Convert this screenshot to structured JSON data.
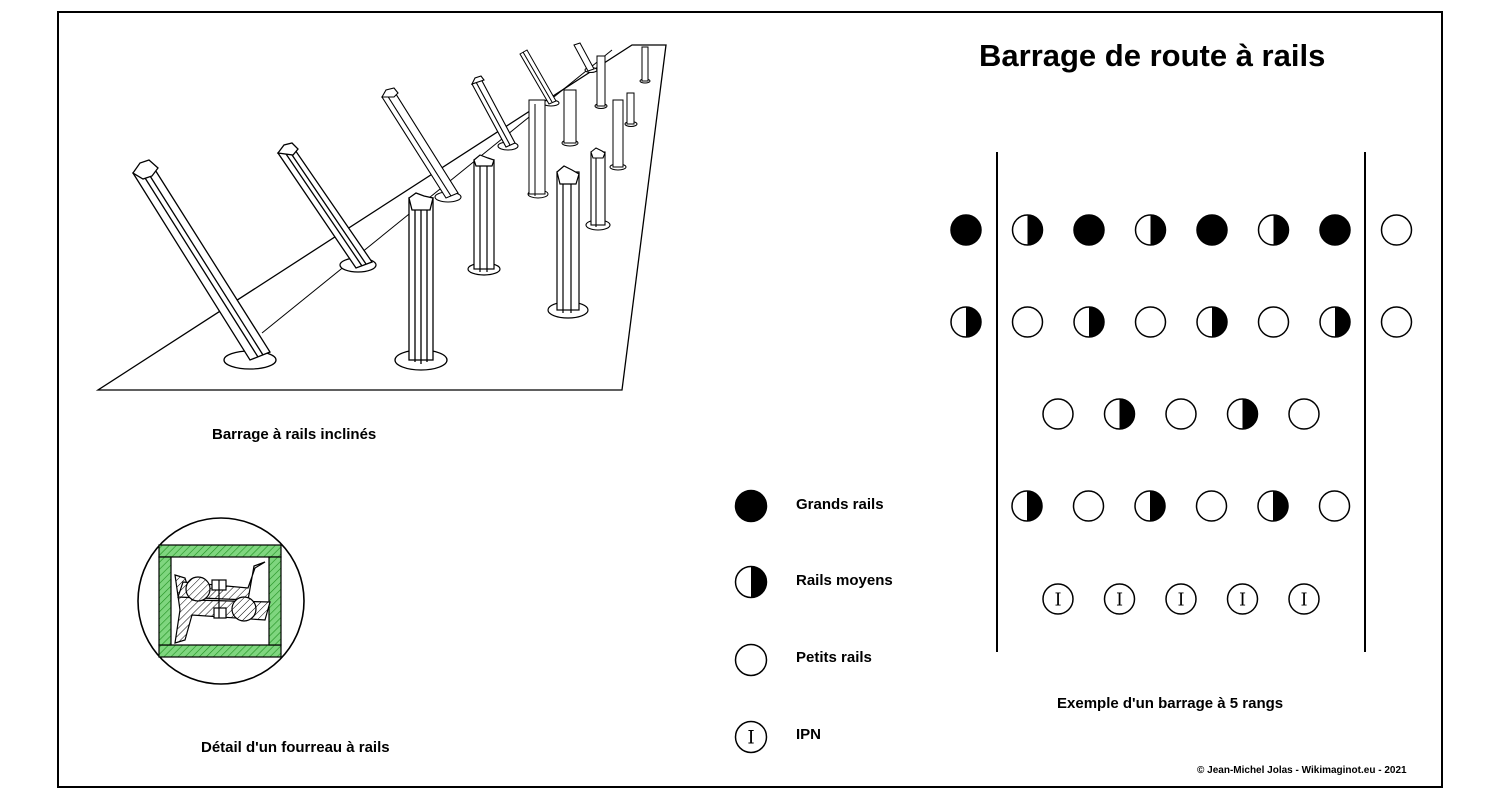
{
  "title": "Barrage de route à rails",
  "captions": {
    "inclined": "Barrage à rails inclinés",
    "sleeve": "Détail d'un fourreau à rails",
    "example": "Exemple d'un barrage à 5 rangs"
  },
  "credit": "© Jean-Michel Jolas - Wikimaginot.eu - 2021",
  "legend": {
    "large": "Grands rails",
    "medium": "Rails moyens",
    "small": "Petits rails",
    "ipn": "IPN",
    "ipn_glyph": "I"
  },
  "example_rows": [
    [
      "large",
      "medium",
      "large",
      "medium",
      "large",
      "medium",
      "large",
      "small"
    ],
    [
      "medium",
      "small",
      "medium",
      "small",
      "medium",
      "small",
      "medium",
      "small"
    ],
    [
      "small",
      "medium",
      "small",
      "medium",
      "small"
    ],
    [
      "medium",
      "small",
      "medium",
      "small",
      "medium",
      "small"
    ],
    [
      "ipn",
      "ipn",
      "ipn",
      "ipn",
      "ipn"
    ]
  ],
  "colors": {
    "ink": "#000000",
    "paper": "#ffffff",
    "sleeve_green": "#2db82d"
  }
}
